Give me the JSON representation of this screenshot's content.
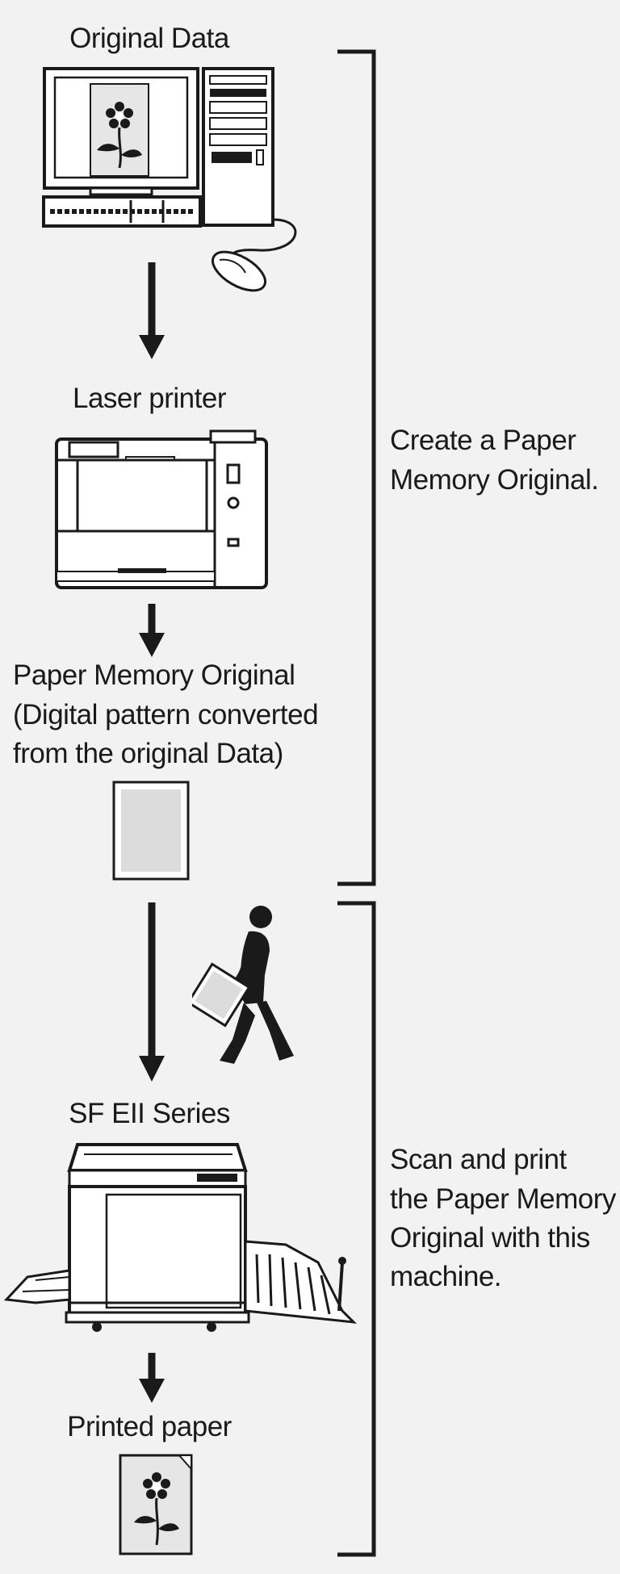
{
  "steps": {
    "original_data": "Original Data",
    "laser_printer": "Laser printer",
    "paper_memory_line1": "Paper Memory Original",
    "paper_memory_line2": "(Digital pattern converted",
    "paper_memory_line3": "from the original Data)",
    "machine": "SF EII Series",
    "printed_paper": "Printed paper"
  },
  "brackets": {
    "create": [
      "Create a Paper",
      "Memory Original."
    ],
    "scan": [
      "Scan and print",
      "the Paper Memory",
      "Original with this",
      "machine."
    ]
  },
  "colors": {
    "background": "#f2f2f2",
    "ink": "#1a1a1a",
    "paper_fill": "#dcdcdc"
  },
  "icons": [
    "computer-icon",
    "mouse-icon",
    "laser-printer-icon",
    "paper-memory-original-icon",
    "walking-person-icon",
    "sf-machine-icon",
    "printed-paper-icon",
    "flower-icon"
  ]
}
